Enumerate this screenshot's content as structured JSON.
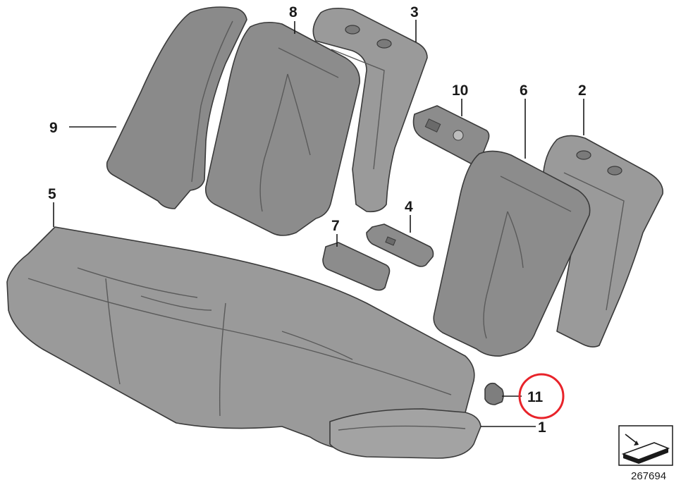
{
  "callouts": {
    "c1": "1",
    "c2": "2",
    "c3": "3",
    "c4": "4",
    "c5": "5",
    "c6": "6",
    "c7": "7",
    "c8": "8",
    "c9": "9",
    "c10": "10",
    "c11": "11"
  },
  "highlighted_callout": "11",
  "highlight_color": "#e8232a",
  "reference_number": "267694",
  "colors": {
    "part_fill": "#8c8c8c",
    "part_fill_light": "#a6a6a6",
    "part_fill_dark": "#6e6e6e",
    "outline": "#3a3a3a"
  }
}
